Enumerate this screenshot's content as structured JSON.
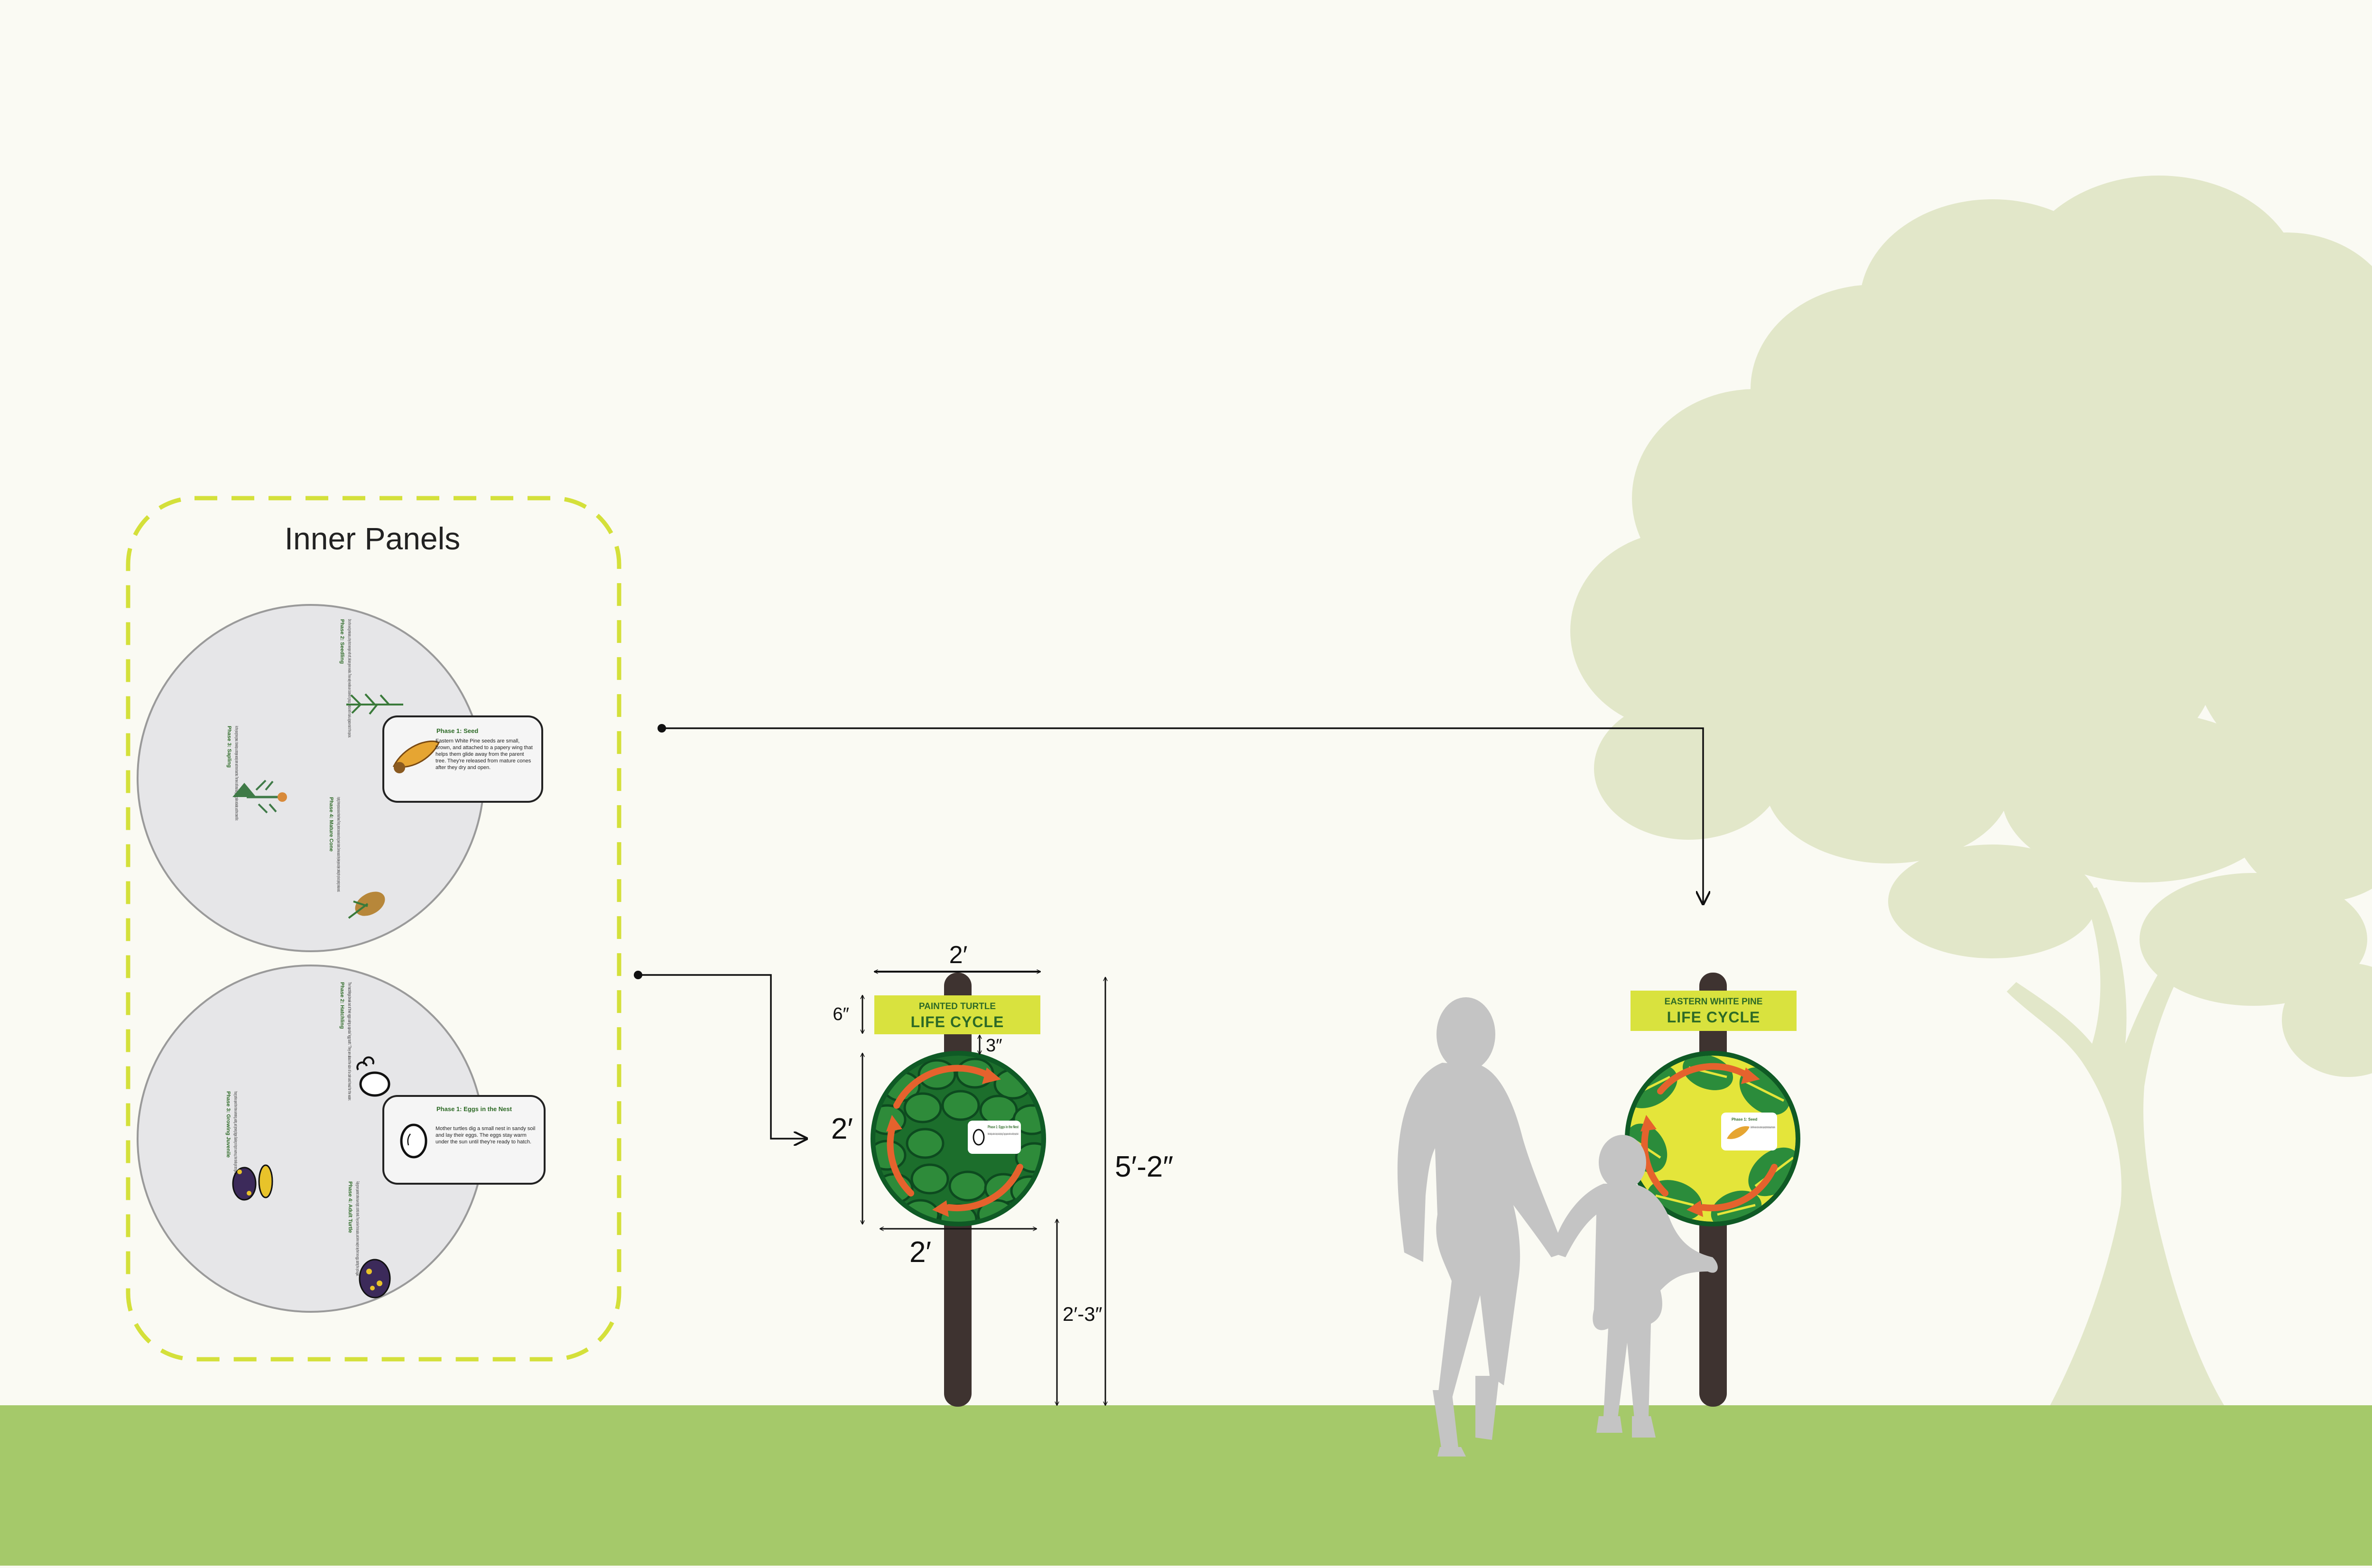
{
  "heading": "Inner Panels",
  "colors": {
    "background": "#fafaf3",
    "ground": "#a5c96a",
    "tree": "#e2e7c9",
    "dashed_frame": "#d4e03a",
    "panel_disc": "#e6e6e8",
    "header_board": "#d9e23e",
    "header_text": "#2d6a26",
    "post": "#3e3330",
    "person": "#c4c4c4",
    "dimension_line": "#111111",
    "turtle_ring": "#0f5a25",
    "turtle_shell": "#2e8b3a",
    "pine_face": "#e4e53a",
    "pine_leaf": "#2b8c3b",
    "cycle_arrow": "#e5622d"
  },
  "top_inner_panel": {
    "icons": [
      "seedling-icon",
      "sapling-icon",
      "seed-icon",
      "pine-cone-icon"
    ],
    "phases": [
      {
        "title": "Phase 1: Seed",
        "text": "Eastern White Pine seeds are small, brown, and attached to a papery wing that helps them glide away from the parent tree. They're released from mature cones after they dry and open."
      },
      {
        "title": "Phase 2: Seedling",
        "text": "Once the seed germinates, a tiny shoot emerges with soft, delicate green needles. These early needles are clustered in groups, bundled with in dark a signature trait of the species."
      },
      {
        "title": "Phase 3: Sapling",
        "text": "As the young tree grows, it develops a stronger woody stem and more branches. The tree is still small and growing taller and wider, and the crown fill in."
      },
      {
        "title": "Phase 4: Mature Cone",
        "text": "In spring, the tree produces male and female flowers. The long, slender cones mature and hang down in clusters. Over two seasons, they slowly open and ripen, continuing the cycle and opening to release seeds."
      }
    ]
  },
  "bottom_inner_panel": {
    "icons": [
      "egg-icon",
      "hatchling-icon",
      "juvenile-turtle-icon",
      "adult-turtle-icon"
    ],
    "phases": [
      {
        "title": "Phase 1: Eggs in the Nest",
        "text": "Mother turtles dig a small nest in sandy soil and lay their eggs. The eggs stay warm under the sun until they're ready to hatch."
      },
      {
        "title": "Phase 2: Hatchling",
        "text": "The hatchlings break out of their eggs using a special \"egg tooth.\" They are about the size of a coin and head for the water."
      },
      {
        "title": "Phase 3: Growing Juvenile",
        "text": "Young turtles spend their time swimming, eating, and growing bigger. Basking on logs to warm up, their shells get stronger as they grow."
      },
      {
        "title": "Phase 4: Adult Turtle",
        "text": "Fully grown painted turtles have bright, colorful shells. They can live for decades, and when ready to lay their own eggs, starting the cycle again."
      }
    ]
  },
  "turtle_sign": {
    "subtitle": "PAINTED TURTLE",
    "title": "LIFE CYCLE",
    "center_card_title": "Phase 1: Eggs in the Nest",
    "center_card_text": "Mother turtles dig a small nest in sandy soil and lay their eggs. The eggs stay warm under the sun until they're ready to hatch."
  },
  "pine_sign": {
    "subtitle": "EASTERN WHITE PINE",
    "title": "LIFE CYCLE",
    "center_card_title": "Phase 1: Seed",
    "center_card_text": "Eastern White Pine seeds are small, brown, and attached to a papery wing that helps them glide away from the parent tree."
  },
  "dimensions": {
    "header_width": "2′",
    "header_height": "6″",
    "header_gap": "3″",
    "panel_height": "2′",
    "panel_width": "2′",
    "ground_clearance": "2′-3″",
    "overall_height": "5′-2″"
  }
}
